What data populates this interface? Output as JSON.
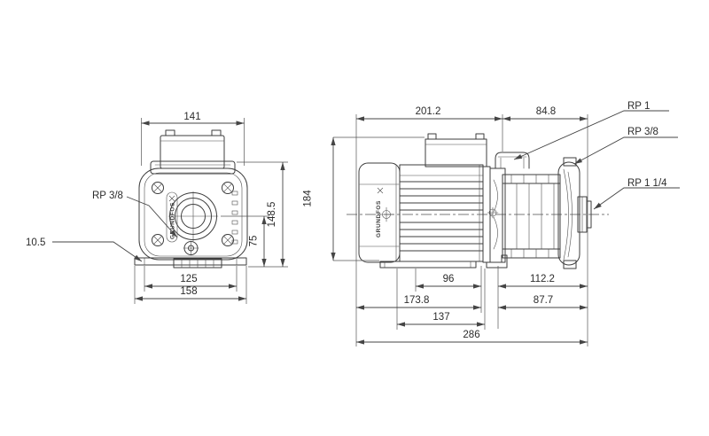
{
  "colors": {
    "line": "#3d3d3d",
    "text": "#2b2b2b",
    "background": "#ffffff"
  },
  "front_view": {
    "dimensions": {
      "top_width": "141",
      "overall_height": "148.5",
      "center_to_base": "75",
      "foot_thickness": "10.5",
      "foot_hole_span": "125",
      "base_width": "158"
    },
    "callouts": {
      "drain_port": "RP 3/8"
    },
    "brand": "GRUNDFOS"
  },
  "side_view": {
    "dimensions": {
      "motor_section_length": "201.2",
      "pump_section_length": "84.8",
      "overall_height": "184",
      "foot_front_span": "96",
      "port_to_foot_front": "112.2",
      "motor_end_to_foot": "173.8",
      "port_to_foot_rear": "87.7",
      "foot_length": "137",
      "overall_length": "286"
    },
    "callouts": {
      "discharge_port": "RP 1",
      "fill_port": "RP 3/8",
      "suction_port": "RP 1 1/4"
    },
    "brand": "GRUNDFOS"
  }
}
